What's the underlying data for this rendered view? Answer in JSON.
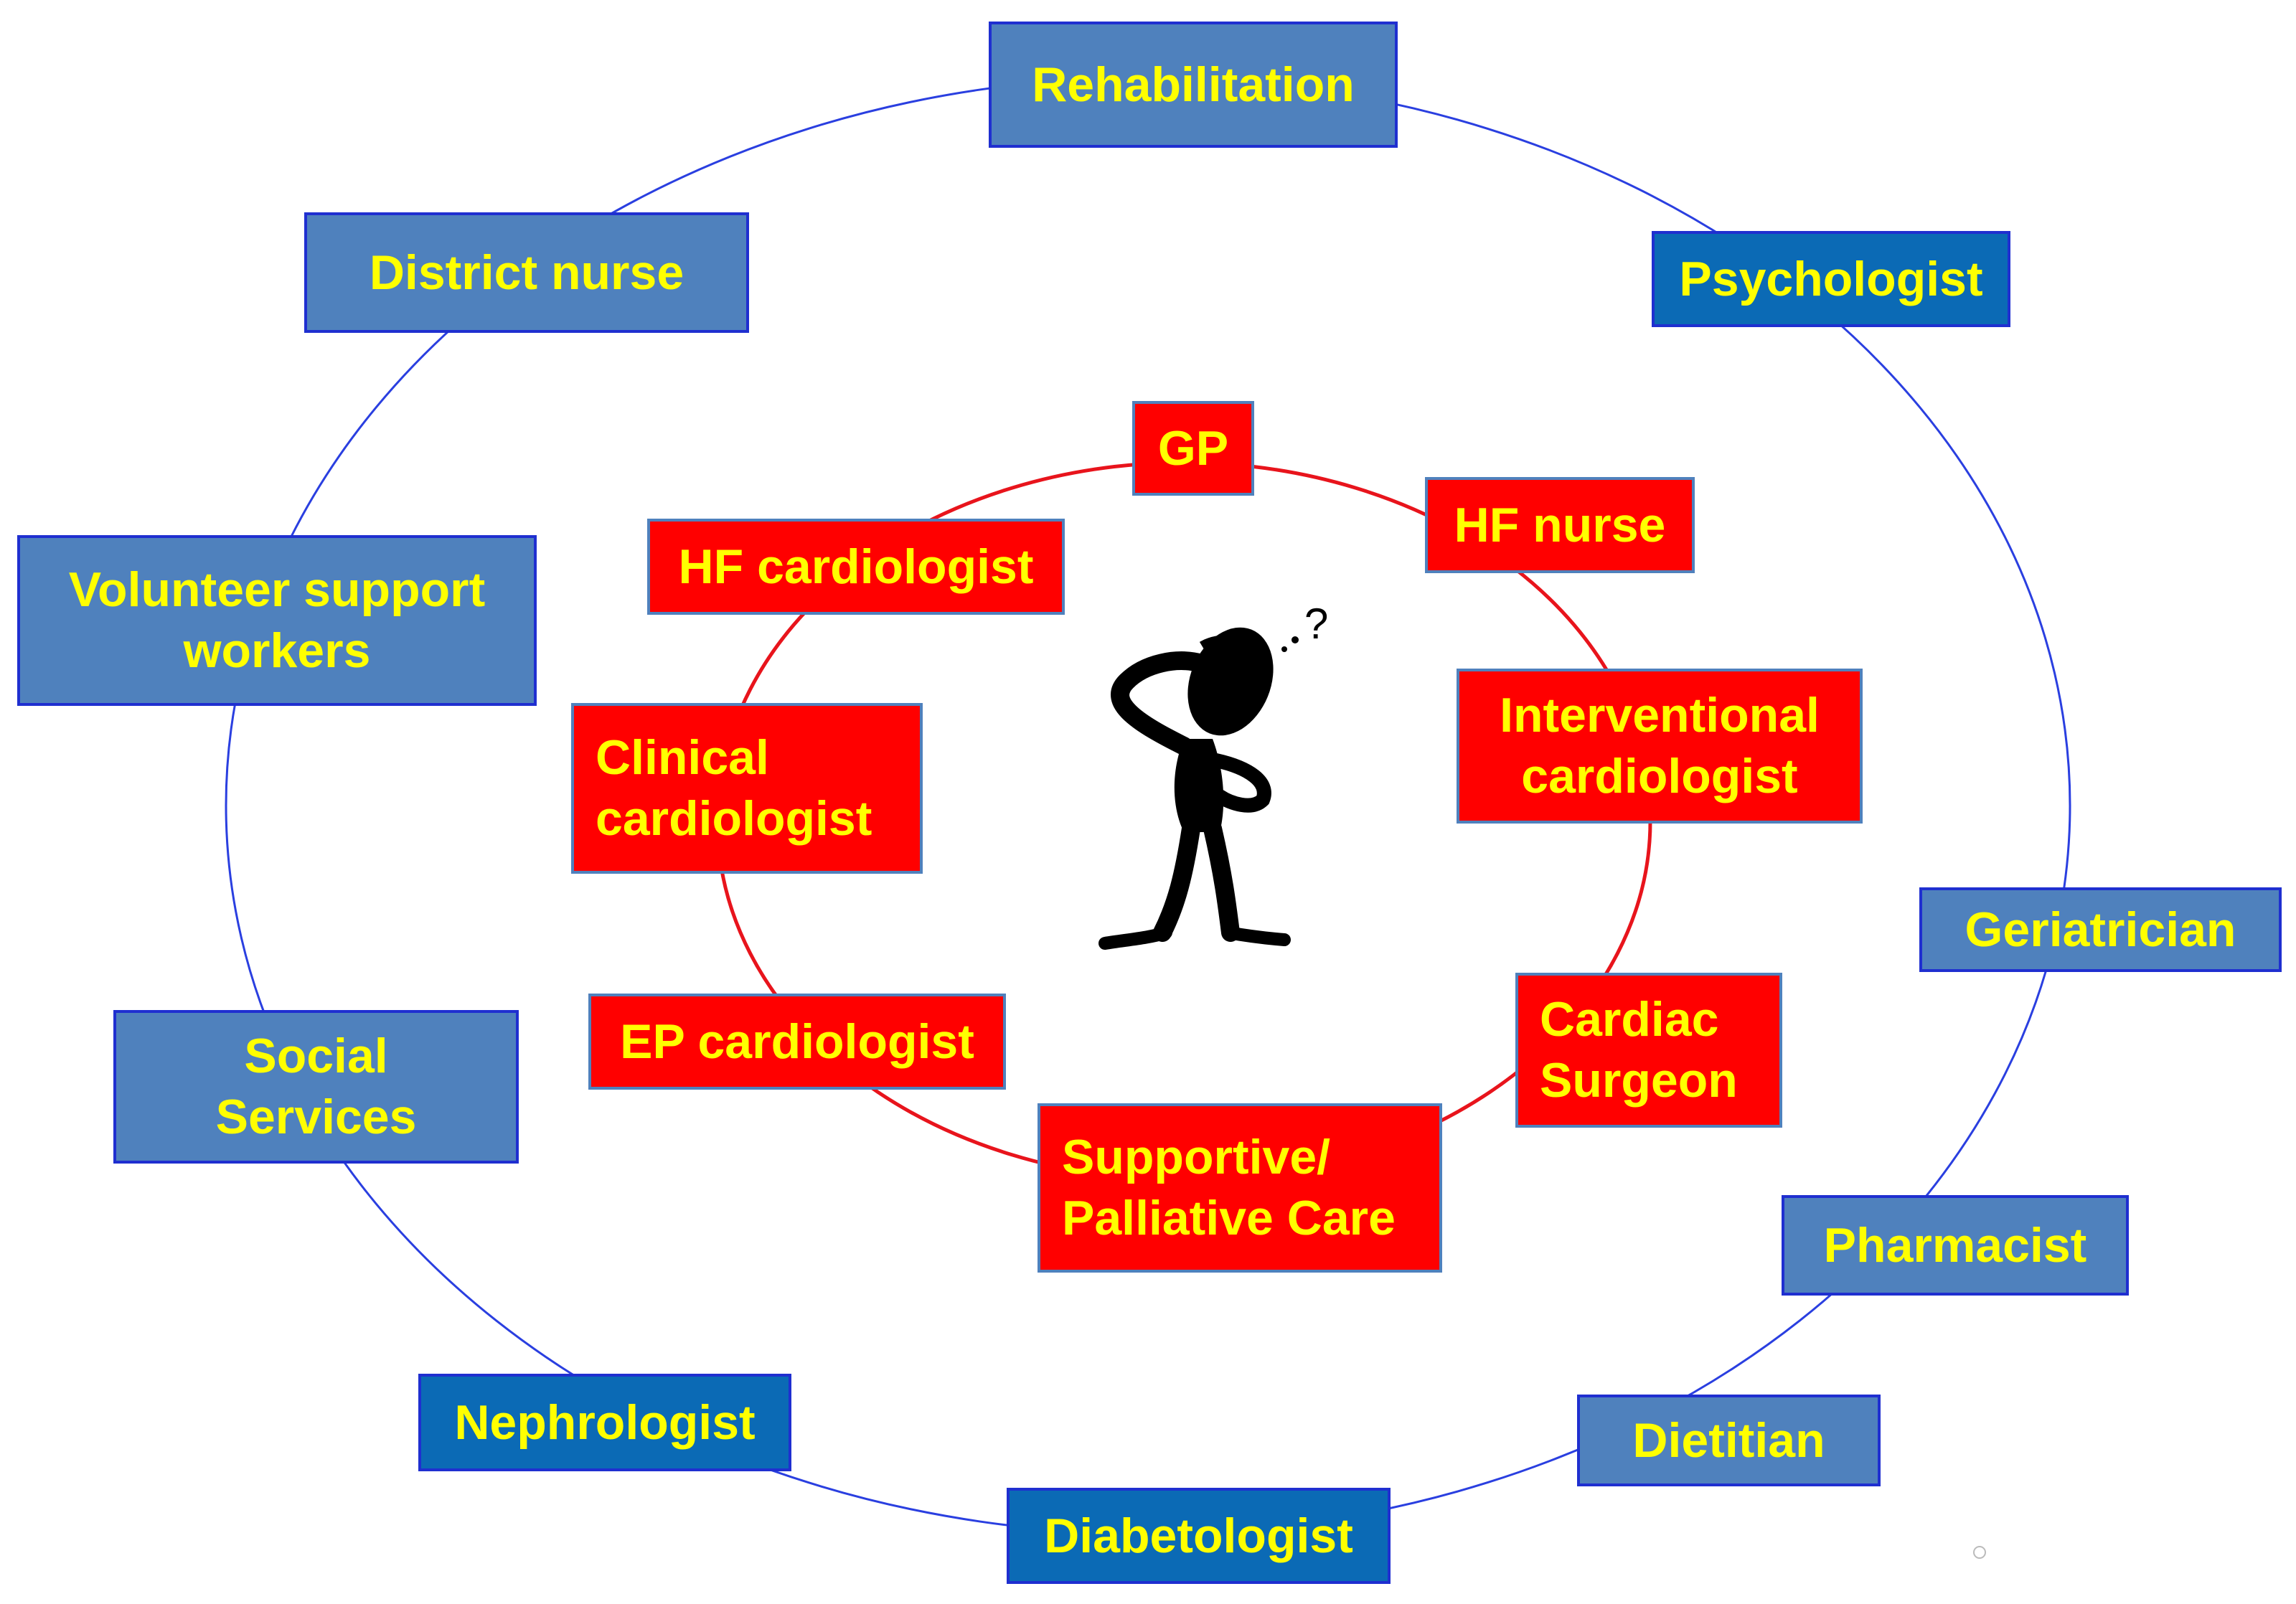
{
  "outer_ring": {
    "color": "#4f81bd",
    "line_color": "#2a3fe0",
    "items": [
      "Rehabilitation",
      "Psychologist",
      "Geriatrician",
      "Pharmacist",
      "Dietitian",
      "Diabetologist",
      "Nephrologist",
      "Social Services",
      "Volunteer support workers",
      "District nurse"
    ]
  },
  "inner_ring": {
    "color": "#ff0000",
    "line_color": "#e8141c",
    "items": [
      "GP",
      "HF nurse",
      "Interventional cardiologist",
      "Cardiac Surgeon",
      "Supportive/ Palliative Care",
      "EP cardiologist",
      "Clinical cardiologist",
      "HF cardiologist"
    ]
  },
  "center": {
    "icon": "confused-person-icon",
    "question_mark": "?"
  },
  "text_color": "#ffff00"
}
